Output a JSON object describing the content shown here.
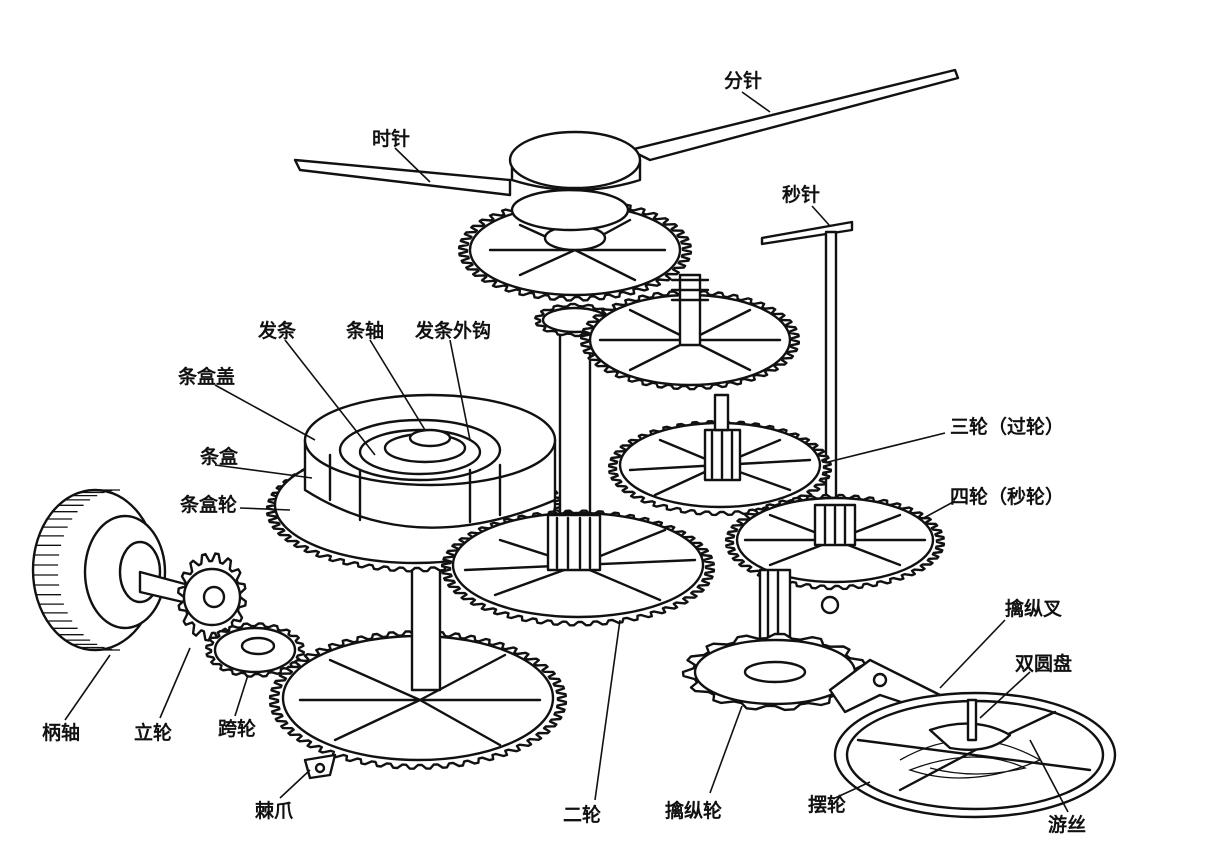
{
  "labels": {
    "minute_hand": "分针",
    "hour_hand": "时针",
    "second_hand": "秒针",
    "mainspring": "发条",
    "arbor": "条轴",
    "outer_hook": "发条外钩",
    "barrel_cover": "条盒盖",
    "barrel": "条盒",
    "barrel_wheel": "条盒轮",
    "third_wheel": "三轮（过轮）",
    "fourth_wheel": "四轮（秒轮）",
    "pallet_fork": "擒纵叉",
    "double_roller": "双圆盘",
    "stem": "柄轴",
    "crown_wheel": "立轮",
    "intermediate_wheel": "跨轮",
    "click": "棘爪",
    "center_wheel": "二轮",
    "escape_wheel": "擒纵轮",
    "balance_wheel": "摆轮",
    "hairspring": "游丝"
  }
}
